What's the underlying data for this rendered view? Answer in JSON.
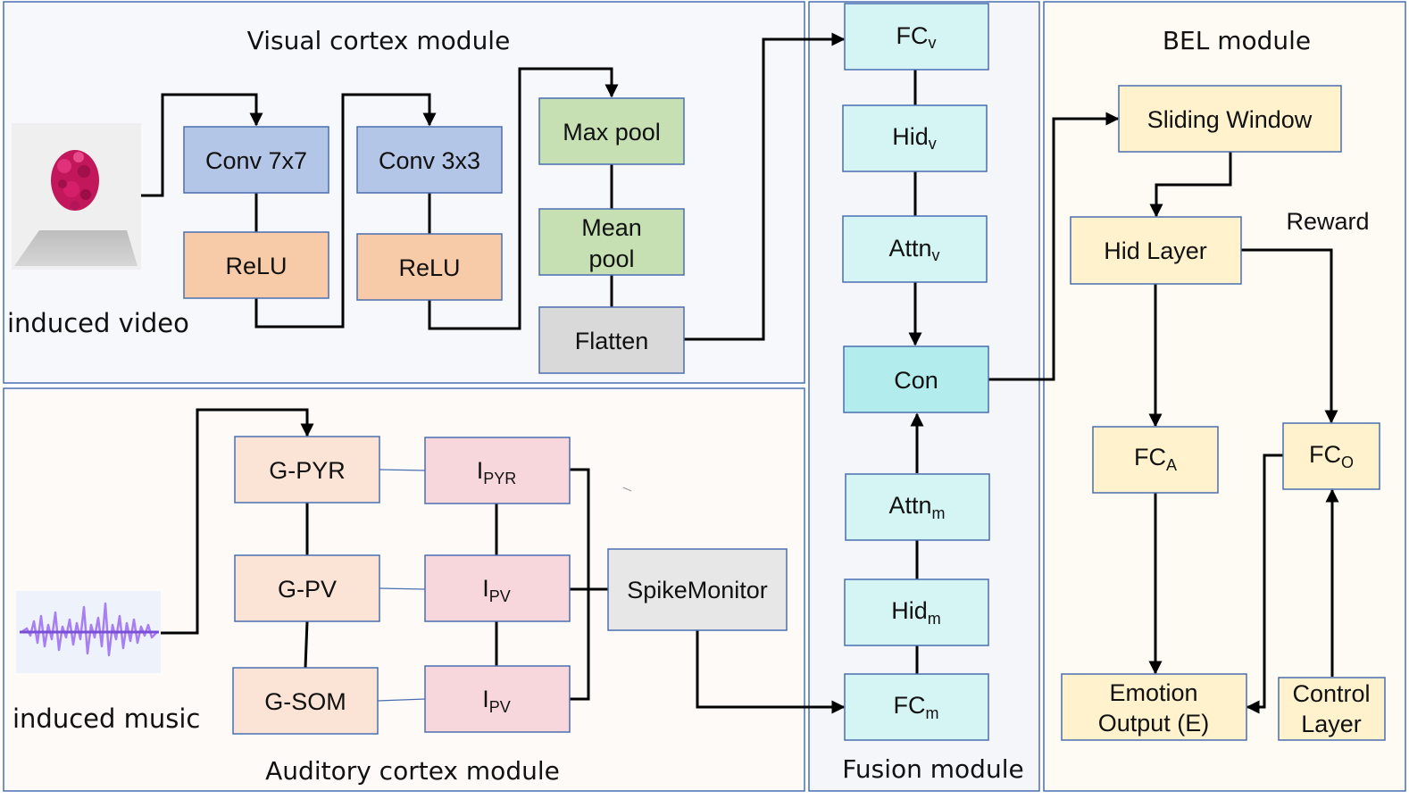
{
  "modules": {
    "visual": "Visual cortex module",
    "auditory": "Auditory cortex module",
    "fusion": "Fusion module",
    "bel": "BEL module"
  },
  "inputs": {
    "video_caption": "induced video",
    "music_caption": "induced music"
  },
  "visual": {
    "conv7": "Conv 7x7",
    "conv3": "Conv 3x3",
    "relu1": "ReLU",
    "relu2": "ReLU",
    "maxpool": "Max pool",
    "meanpool_l1": "Mean",
    "meanpool_l2": "pool",
    "flatten": "Flatten"
  },
  "auditory": {
    "gpyr": "G-PYR",
    "gpv": "G-PV",
    "gsom": "G-SOM",
    "ipyr_base": "I",
    "ipyr_sub": "PYR",
    "ipv1_base": "I",
    "ipv1_sub": "PV",
    "ipv2_base": "I",
    "ipv2_sub": "PV",
    "spikemonitor": "SpikeMonitor"
  },
  "fusion": {
    "fcv_base": "FC",
    "fcv_sub": "v",
    "hidv_base": "Hid",
    "hidv_sub": "v",
    "attnv_base": "Attn",
    "attnv_sub": "v",
    "con": "Con",
    "attnm_base": "Attn",
    "attnm_sub": "m",
    "hidm_base": "Hid",
    "hidm_sub": "m",
    "fcm_base": "FC",
    "fcm_sub": "m"
  },
  "bel": {
    "sliding": "Sliding Window",
    "hid": "Hid Layer",
    "reward": "Reward",
    "fca_base": "FC",
    "fca_sub": "A",
    "fco_base": "FC",
    "fco_sub": "O",
    "emotion_l1": "Emotion",
    "emotion_l2": "Output (E)",
    "control_l1": "Control",
    "control_l2": "Layer"
  },
  "colors": {
    "module_border": "#4a6eb0",
    "visual_bg": "#f7f8fc",
    "auditory_bg": "#fdfaf7",
    "fusion_bg": "#f4f6fa",
    "bel_bg": "#fdfbf3",
    "conv": "#b4c6e7",
    "relu": "#f8cba8",
    "pool": "#c6e0b4",
    "flatten": "#d9d9d9",
    "g_group": "#fbe4d5",
    "i_group": "#f8d7dc",
    "spike": "#e7e7e7",
    "fusion_node": "#d5f5f5",
    "con_node": "#b3ecec",
    "bel_node": "#fff2cc",
    "video_blob": "#c2185b",
    "waveform": "#a77ff0"
  }
}
